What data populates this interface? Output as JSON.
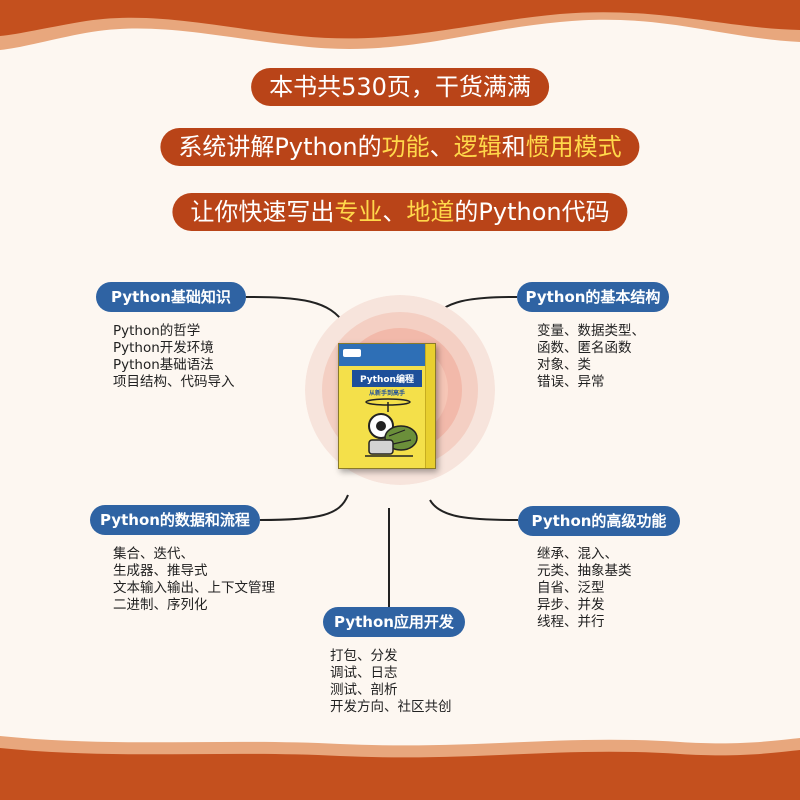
{
  "banners": {
    "line1": "本书共530页，干货满满",
    "line2_pre": "系统讲解Python的",
    "line2_hl1": "功能",
    "line2_sep1": "、",
    "line2_hl2": "逻辑",
    "line2_mid": "和",
    "line2_hl3": "惯用模式",
    "line3_pre": "让你快速写出",
    "line3_hl1": "专业",
    "line3_sep1": "、",
    "line3_hl2": "地道",
    "line3_post": "的Python代码"
  },
  "book": {
    "title": "Python编程",
    "subtitle": "从新手到高手"
  },
  "topics": {
    "top_left": {
      "title": "Python基础知识",
      "items": [
        "Python的哲学",
        "Python开发环境",
        "Python基础语法",
        "项目结构、代码导入"
      ]
    },
    "top_right": {
      "title": "Python的基本结构",
      "items": [
        "变量、数据类型、",
        "函数、匿名函数",
        "对象、类",
        "错误、异常"
      ]
    },
    "mid_left": {
      "title": "Python的数据和流程",
      "items": [
        "集合、迭代、",
        "生成器、推导式",
        "文本输入输出、上下文管理",
        "二进制、序列化"
      ]
    },
    "mid_right": {
      "title": "Python的高级功能",
      "items": [
        "继承、混入、",
        "元类、抽象基类",
        "自省、泛型",
        "异步、并发",
        "线程、并行"
      ]
    },
    "bottom": {
      "title": "Python应用开发",
      "items": [
        "打包、分发",
        "调试、日志",
        "测试、剖析",
        "开发方向、社区共创"
      ]
    }
  },
  "colors": {
    "banner_bg": "#b94418",
    "highlight": "#ffd84a",
    "pill_bg": "#2f63a3",
    "wave": "#c4501e",
    "page_bg": "#fdf7f1"
  }
}
